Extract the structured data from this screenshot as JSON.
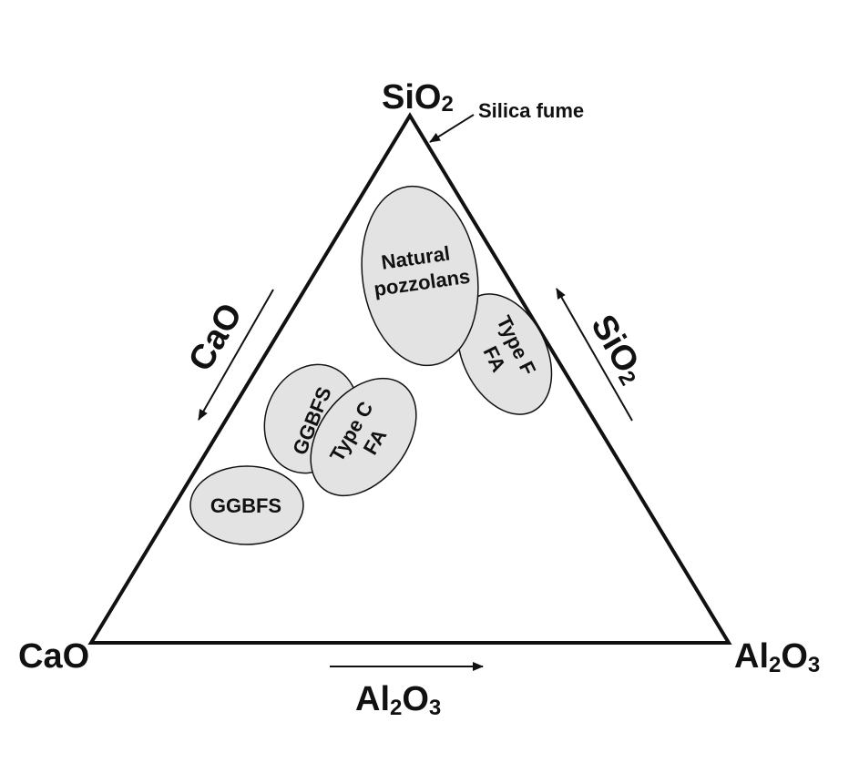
{
  "vertices": {
    "top": {
      "main": "SiO",
      "sub": "2"
    },
    "left": {
      "main": "CaO"
    },
    "right": {
      "main": "Al",
      "sub1": "2",
      "mid": "O",
      "sub2": "3"
    }
  },
  "axis_labels": {
    "left_side": {
      "main": "CaO"
    },
    "right_side": {
      "main": "SiO",
      "sub": "2"
    },
    "bottom": {
      "main": "Al",
      "sub1": "2",
      "mid": "O",
      "sub2": "3"
    }
  },
  "annotation": {
    "silica_fume": "Silica fume"
  },
  "regions": {
    "natural_pozzolans": [
      "Natural",
      "pozzolans"
    ],
    "type_f_fa": [
      "Type F",
      "FA"
    ],
    "ggbfs_upper": "GGBFS",
    "type_c_fa": [
      "Type C",
      "FA"
    ],
    "ggbfs_lower": "GGBFS"
  },
  "colors": {
    "line": "#111111",
    "region_fill": "#e3e3e3",
    "background": "#ffffff"
  }
}
